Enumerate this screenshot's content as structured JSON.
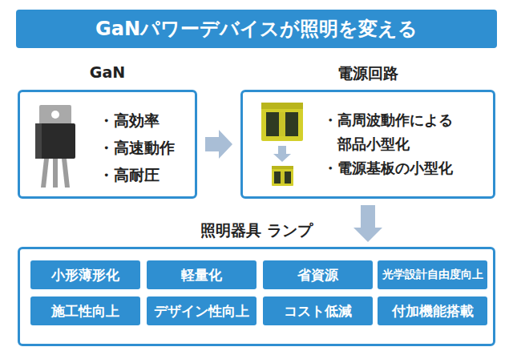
{
  "diagram": {
    "title": "GaNパワーデバイスが照明を変える",
    "nodes": [
      {
        "text": [
          "GaN",
          "・高効率",
          "・高速動作",
          "・高耐圧"
        ]
      },
      {
        "text": [
          "電源回路",
          "・高周波動作による 部品小型化",
          "・電源基板の小型化"
        ]
      },
      {
        "text": [
          "照明器具 ランプ"
        ]
      },
      {
        "text": [
          "小形薄形化"
        ],
        "in": 2
      },
      {
        "text": [
          "軽量化"
        ],
        "in": 2
      },
      {
        "text": [
          "省資源"
        ],
        "in": 2
      },
      {
        "text": [
          "光学設計自由度向上"
        ],
        "in": 2
      },
      {
        "text": [
          "施工性向上"
        ],
        "in": 2
      },
      {
        "text": [
          "デザイン性向上"
        ],
        "in": 2
      },
      {
        "text": [
          "コスト低減"
        ],
        "in": 2
      },
      {
        "text": [
          "付加機能搭載"
        ],
        "in": 2
      }
    ],
    "edges": [
      {
        "from": 0,
        "to": 1,
        "arrow": "to"
      },
      {
        "from": 1,
        "to": 2,
        "arrow": "to"
      }
    ]
  }
}
